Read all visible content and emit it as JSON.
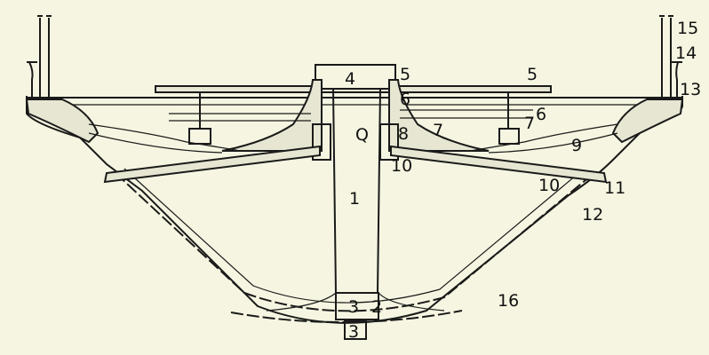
{
  "diagram": {
    "labels": {
      "l1": "1",
      "l2": "2",
      "l3a": "3",
      "l3b": "3",
      "l4": "4",
      "l5a": "5",
      "l5b": "5",
      "l6a": "6",
      "l6b": "6",
      "l7a": "7",
      "l7b": "7",
      "l8": "8",
      "l9": "9",
      "l10a": "10",
      "l10b": "10",
      "l11": "11",
      "l12": "12",
      "l13": "13",
      "l14": "14",
      "l15": "15",
      "l16": "16",
      "lQ": "Q"
    },
    "colors": {
      "background": "#f5f5e1",
      "ink": "#1a1a1a"
    }
  }
}
